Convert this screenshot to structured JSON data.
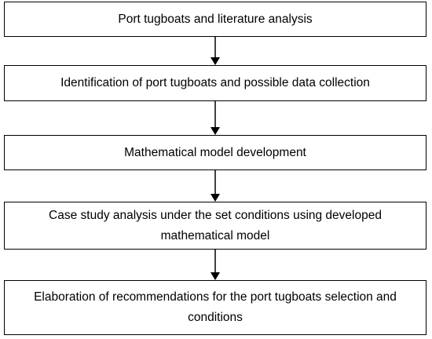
{
  "flowchart": {
    "steps": [
      {
        "label": "Port tugboats and literature analysis"
      },
      {
        "label": "Identification of port tugboats and possible data collection"
      },
      {
        "label": "Mathematical model development"
      },
      {
        "label": "Case study analysis under the set conditions using developed mathematical model"
      },
      {
        "label": "Elaboration of recommendations for the port tugboats selection and conditions"
      }
    ]
  }
}
